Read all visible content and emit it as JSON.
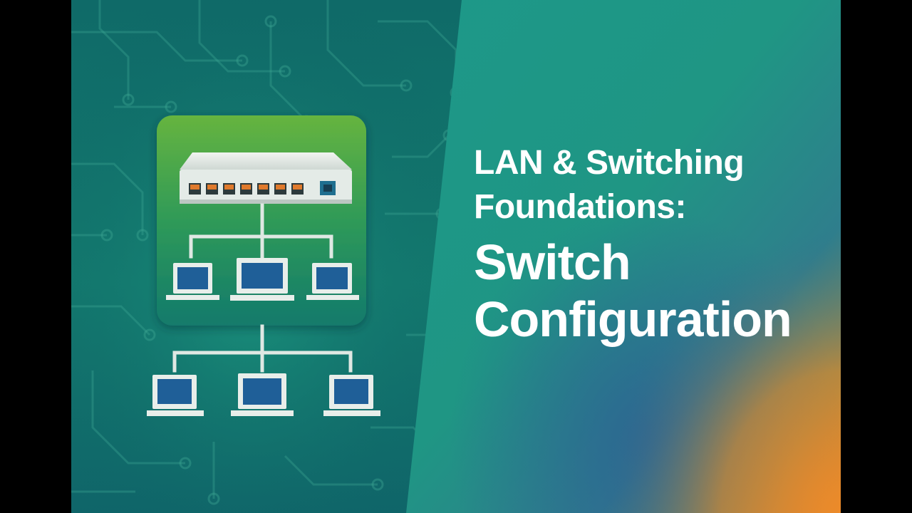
{
  "title": {
    "line1": "LAN & Switching",
    "line2": "Foundations:",
    "line3": "Switch",
    "line4": "Configuration"
  },
  "colors": {
    "teal_dark": "#0e5e62",
    "teal": "#1c9a8c",
    "green_icon_top": "#5fb241",
    "green_icon_bottom": "#17806c",
    "orange": "#e2862d",
    "blue": "#2f5d8c",
    "screen_blue": "#1f5f98",
    "switch_body": "#e6ece9",
    "port_orange": "#e07a2c"
  },
  "icons": {
    "switch": "network-switch-icon",
    "computer": "laptop-computer-icon"
  }
}
